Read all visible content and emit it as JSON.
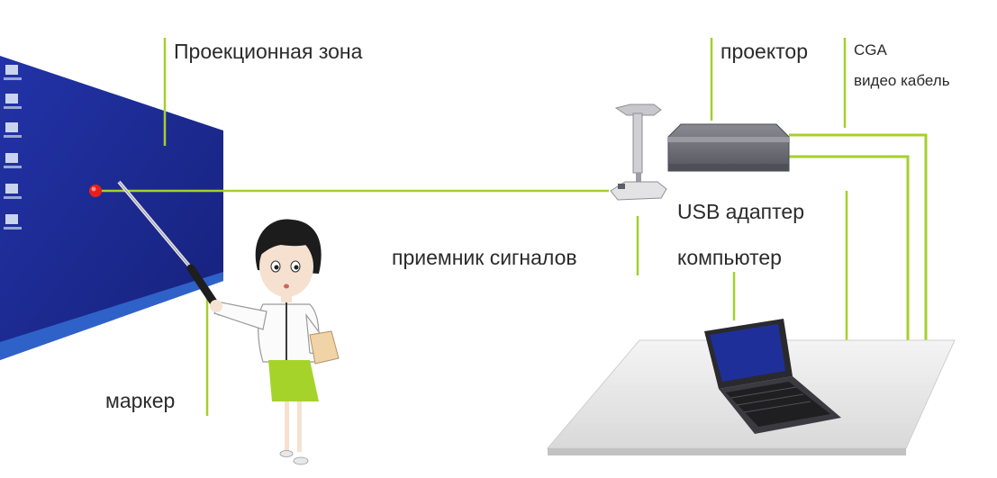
{
  "diagram": {
    "labels": {
      "projection_zone": "Проекционная зона",
      "projector": "проектор",
      "cga_line1": "CGA",
      "cga_line2": "видео кабель",
      "usb_adapter": "USB адаптер",
      "signal_receiver": "приемник сигналов",
      "computer": "компьютер",
      "marker": "маркер"
    },
    "colors": {
      "accent": "#a6cf2c",
      "screen": "#1a2a8f",
      "device": "#6f6f78",
      "text": "#2b2b2b",
      "skirt": "#a6d32a",
      "laser_dot": "#e81e1e"
    },
    "icons": [
      "projector-icon",
      "receiver-icon",
      "laptop-icon",
      "teacher-figure",
      "pointer-marker-icon"
    ]
  }
}
